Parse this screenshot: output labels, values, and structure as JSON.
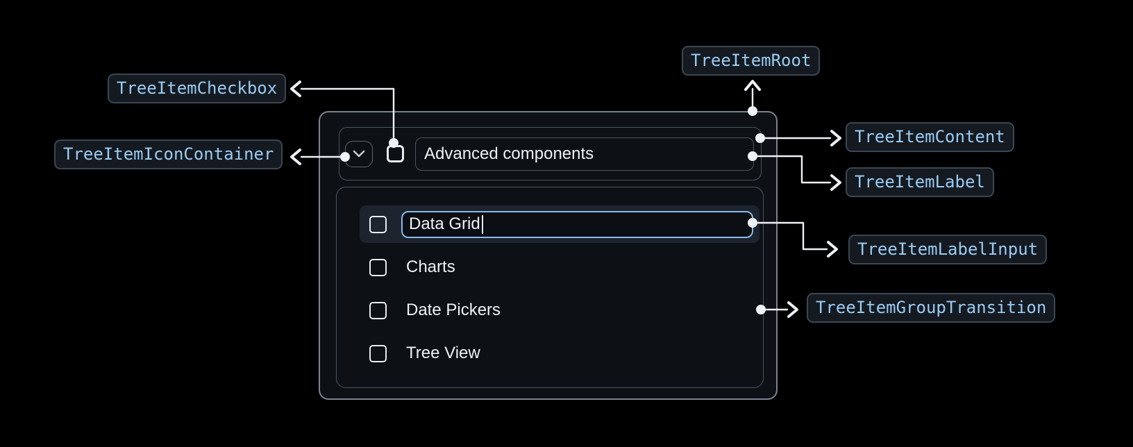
{
  "diagram": {
    "callouts": {
      "root": "TreeItemRoot",
      "checkbox": "TreeItemCheckbox",
      "icon_container": "TreeItemIconContainer",
      "content": "TreeItemContent",
      "label": "TreeItemLabel",
      "label_input": "TreeItemLabelInput",
      "group_transition": "TreeItemGroupTransition"
    }
  },
  "tree": {
    "parent": {
      "label": "Advanced components",
      "expanded": true,
      "checked": false
    },
    "items": [
      {
        "label": "Data Grid",
        "checked": false,
        "editing": true,
        "selected": true
      },
      {
        "label": "Charts",
        "checked": false,
        "editing": false,
        "selected": false
      },
      {
        "label": "Date Pickers",
        "checked": false,
        "editing": false,
        "selected": false
      },
      {
        "label": "Tree View",
        "checked": false,
        "editing": false,
        "selected": false
      }
    ]
  },
  "icons": {
    "expand": "chevron-down-icon",
    "checkbox": "checkbox-unchecked-icon"
  },
  "colors": {
    "page_background": "#000000",
    "panel_background": "#0d1116",
    "panel_border": "#7b848f",
    "inner_border": "#4a545f",
    "callout_background": "#151a21",
    "callout_border": "#3b4754",
    "callout_text": "#99ccf3",
    "input_focus_border": "#8ab9ea",
    "selected_row_background": "#1d242e",
    "text": "#eef2f6",
    "connector": "#eef2f6"
  }
}
